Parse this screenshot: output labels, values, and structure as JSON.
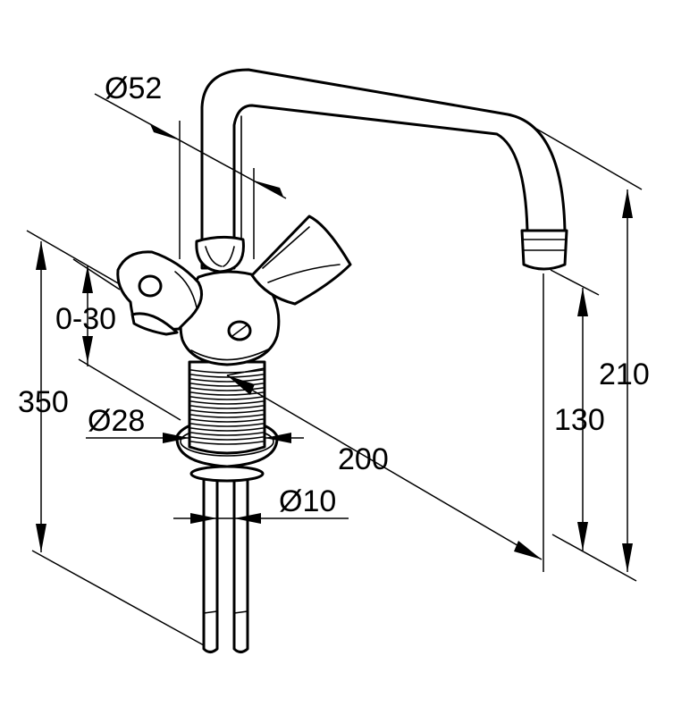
{
  "dimensions": {
    "d52": "Ø52",
    "d28": "Ø28",
    "d10": "Ø10",
    "swivel": "0-30",
    "h350": "350",
    "reach200": "200",
    "h130": "130",
    "h210": "210"
  }
}
